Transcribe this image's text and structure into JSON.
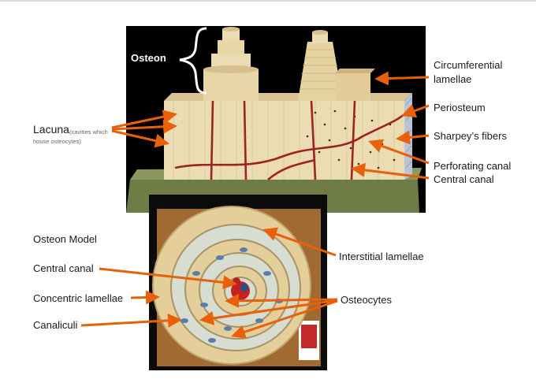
{
  "labels": {
    "osteon": "Osteon",
    "circumferential_line1": "Circumferential",
    "circumferential_line2": "lamellae",
    "periosteum": "Periosteum",
    "sharpeys": "Sharpey’s fibers",
    "perforating": "Perforating canal",
    "central_canal_top": "Central canal",
    "lacuna": "Lacuna",
    "lacuna_note_line1": "(cavities which",
    "lacuna_note_line2": "house osteocytes)",
    "osteon_model": "Osteon Model",
    "central_canal_bottom": "Central canal",
    "concentric": "Concentric  lamellae",
    "canaliculi": "Canaliculi",
    "interstitial": "Interstitial lamellae",
    "osteocytes": "Osteocytes"
  },
  "colors": {
    "arrow": "#e8600a",
    "bone": "#ecdcb4",
    "vessel": "#9c2323",
    "base_green": "#7f8c55",
    "wood": "#a06a32"
  }
}
